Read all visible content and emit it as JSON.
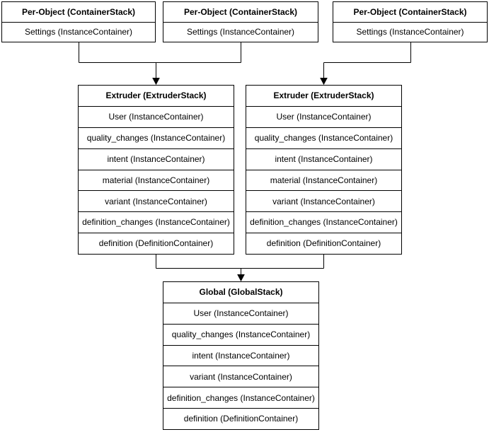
{
  "diagram": {
    "per_object_stack": {
      "title": "Per-Object (ContainerStack)",
      "rows": [
        "Settings (InstanceContainer)"
      ]
    },
    "extruder_stack": {
      "title": "Extruder (ExtruderStack)",
      "rows": [
        "User (InstanceContainer)",
        "quality_changes (InstanceContainer)",
        "intent (InstanceContainer)",
        "material (InstanceContainer)",
        "variant (InstanceContainer)",
        "definition_changes (InstanceContainer)",
        "definition (DefinitionContainer)"
      ]
    },
    "global_stack": {
      "title": "Global (GlobalStack)",
      "rows": [
        "User (InstanceContainer)",
        "quality_changes (InstanceContainer)",
        "intent (InstanceContainer)",
        "variant (InstanceContainer)",
        "definition_changes (InstanceContainer)",
        "definition (DefinitionContainer)"
      ]
    },
    "colors": {
      "stroke": "#000000",
      "background": "#ffffff",
      "text": "#000000"
    }
  }
}
